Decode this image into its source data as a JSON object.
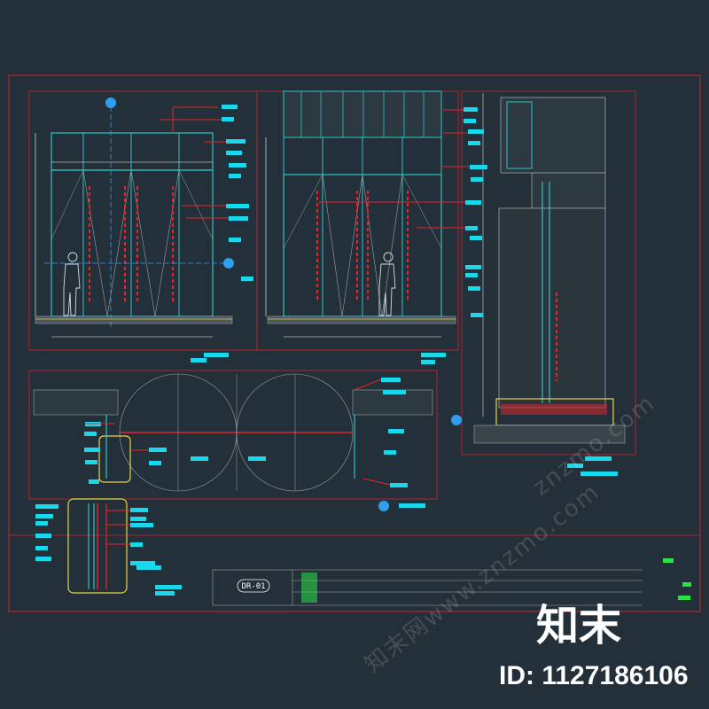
{
  "sheet": {
    "drawing_code": "DR-01",
    "colors": {
      "background": "#243039",
      "frame_line": "#c8252c",
      "dim_line": "#ffffff",
      "glass_line": "#2ec4c4",
      "hatch": "#9aa3aa",
      "label": "#18d8ec",
      "leader": "#e8232a",
      "section_marker": "#2d9ef0",
      "highlight": "#e6d34a",
      "accent_green": "#2ce04a"
    }
  },
  "watermark": {
    "logo": "知末",
    "id_text": "ID: 1127186106",
    "url_text": "znzmo.com",
    "url_text_cn": "知末网www.znzmo.com"
  }
}
